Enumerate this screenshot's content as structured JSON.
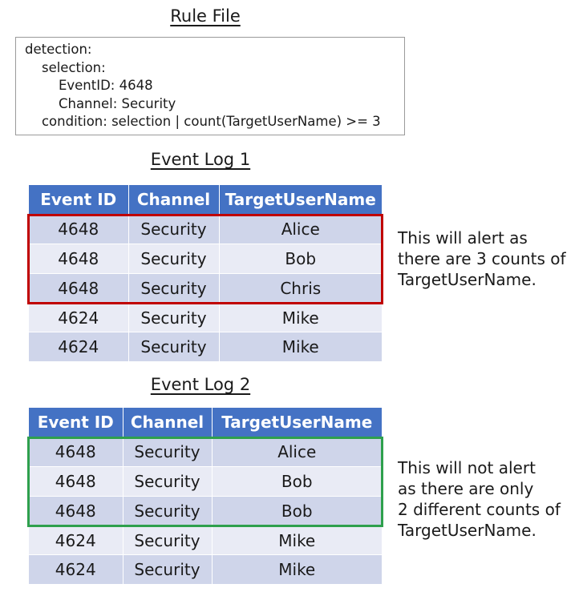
{
  "colors": {
    "header_bg": "#4472c4",
    "row_even": "#cfd5ea",
    "row_odd": "#e9ebf5",
    "alert_highlight": "#c00000",
    "no_alert_highlight": "#2ea04d"
  },
  "rule": {
    "heading": "Rule File",
    "lines": [
      "detection:",
      "    selection:",
      "        EventID: 4648",
      "        Channel: Security",
      "    condition: selection | count(TargetUserName) >= 3"
    ]
  },
  "logs": [
    {
      "heading": "Event Log 1",
      "columns": [
        "Event ID",
        "Channel",
        "TargetUserName"
      ],
      "rows": [
        [
          "4648",
          "Security",
          "Alice"
        ],
        [
          "4648",
          "Security",
          "Bob"
        ],
        [
          "4648",
          "Security",
          "Chris"
        ],
        [
          "4624",
          "Security",
          "Mike"
        ],
        [
          "4624",
          "Security",
          "Mike"
        ]
      ],
      "note": [
        "This will alert as",
        "there are 3 counts of",
        "TargetUserName."
      ]
    },
    {
      "heading": "Event Log 2",
      "columns": [
        "Event ID",
        "Channel",
        "TargetUserName"
      ],
      "rows": [
        [
          "4648",
          "Security",
          "Alice"
        ],
        [
          "4648",
          "Security",
          "Bob"
        ],
        [
          "4648",
          "Security",
          "Bob"
        ],
        [
          "4624",
          "Security",
          "Mike"
        ],
        [
          "4624",
          "Security",
          "Mike"
        ]
      ],
      "note": [
        "This will not alert",
        "as there are only",
        "2 different counts of",
        "TargetUserName."
      ]
    }
  ]
}
